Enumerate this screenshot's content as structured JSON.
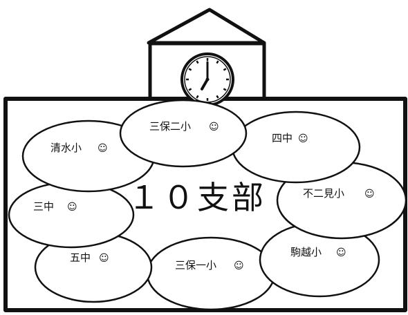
{
  "title": "１０支部",
  "schools": [
    {
      "id": "shimizu",
      "label": "清水小"
    },
    {
      "id": "miho2",
      "label": "三保二小"
    },
    {
      "id": "yonchu",
      "label": "四中"
    },
    {
      "id": "sanchu",
      "label": "三中"
    },
    {
      "id": "fujimi",
      "label": "不二見小"
    },
    {
      "id": "gochu",
      "label": "五中"
    },
    {
      "id": "miho1",
      "label": "三保一小"
    },
    {
      "id": "komagoe",
      "label": "駒越小"
    }
  ],
  "smiley": "☺",
  "clock": {
    "hour": 7,
    "minute": 0
  }
}
